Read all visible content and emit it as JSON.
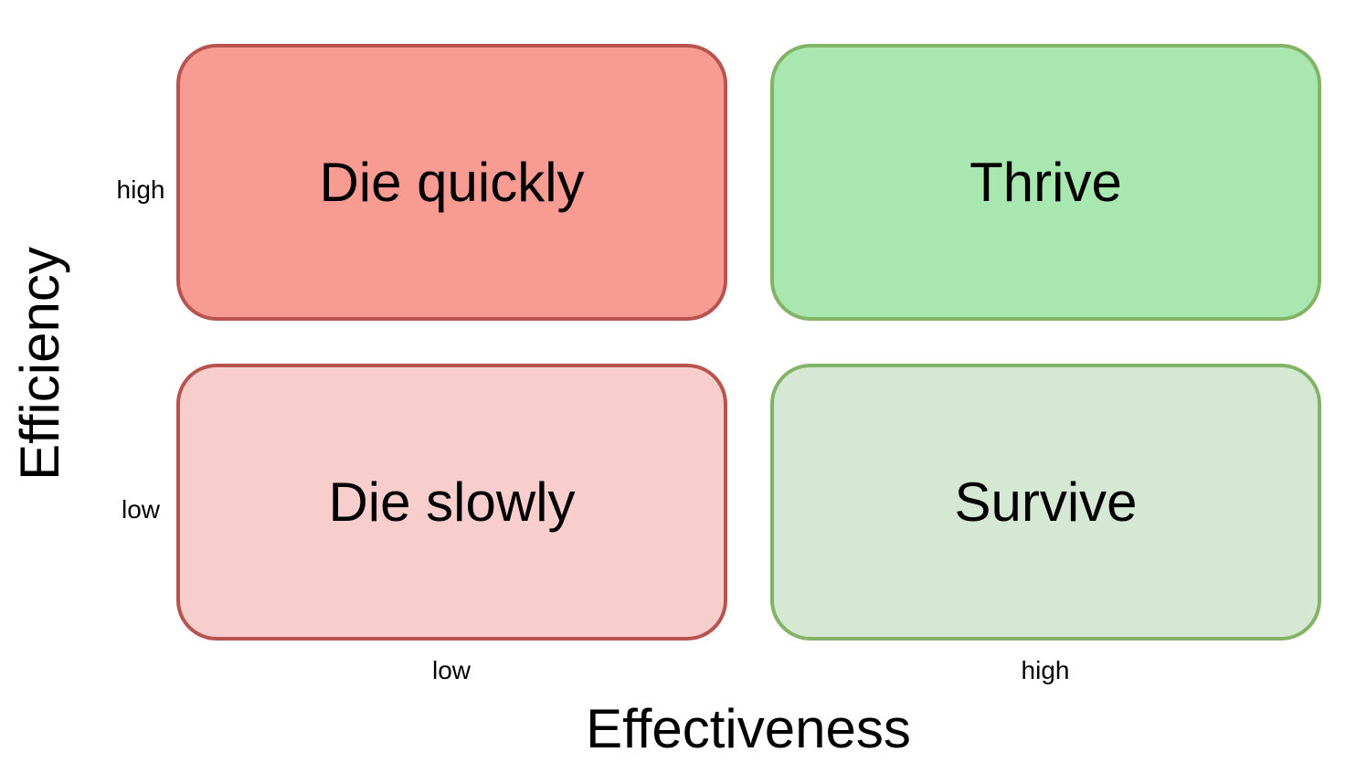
{
  "diagram": {
    "type": "2x2-matrix",
    "x_axis": {
      "title": "Effectiveness",
      "ticks": [
        "low",
        "high"
      ]
    },
    "y_axis": {
      "title": "Efficiency",
      "ticks": [
        "high",
        "low"
      ]
    },
    "quadrants": [
      {
        "id": "die-quickly",
        "label": "Die quickly",
        "efficiency": "high",
        "effectiveness": "low",
        "fill": "#f89b93",
        "stroke": "#b85450"
      },
      {
        "id": "thrive",
        "label": "Thrive",
        "efficiency": "high",
        "effectiveness": "high",
        "fill": "#a8e8b0",
        "stroke": "#82b366"
      },
      {
        "id": "die-slowly",
        "label": "Die slowly",
        "efficiency": "low",
        "effectiveness": "low",
        "fill": "#f8cecc",
        "stroke": "#b85450"
      },
      {
        "id": "survive",
        "label": "Survive",
        "efficiency": "low",
        "effectiveness": "high",
        "fill": "#d5e8d4",
        "stroke": "#82b366"
      }
    ]
  }
}
